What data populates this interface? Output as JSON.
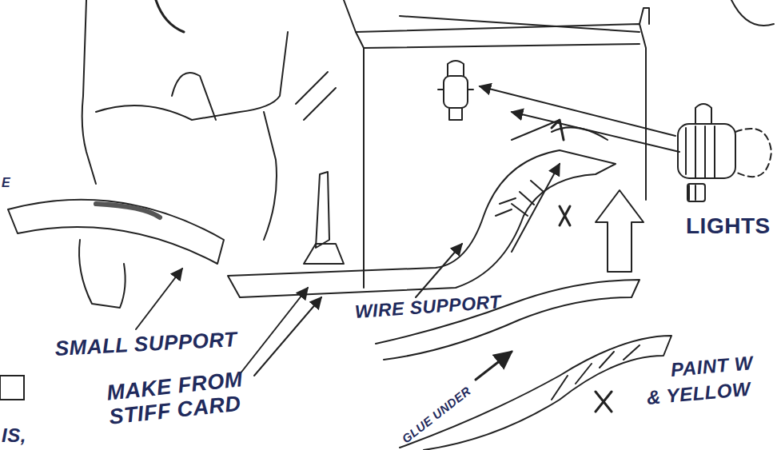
{
  "diagram": {
    "labels": [
      "E",
      "LIGHTS",
      "WIRE SUPPORT",
      "SMALL SUPPORT",
      "MAKE FROM STIFF CARD",
      "GLUE UNDER",
      "PAINT W",
      "& YELLOW",
      "IS,"
    ]
  }
}
